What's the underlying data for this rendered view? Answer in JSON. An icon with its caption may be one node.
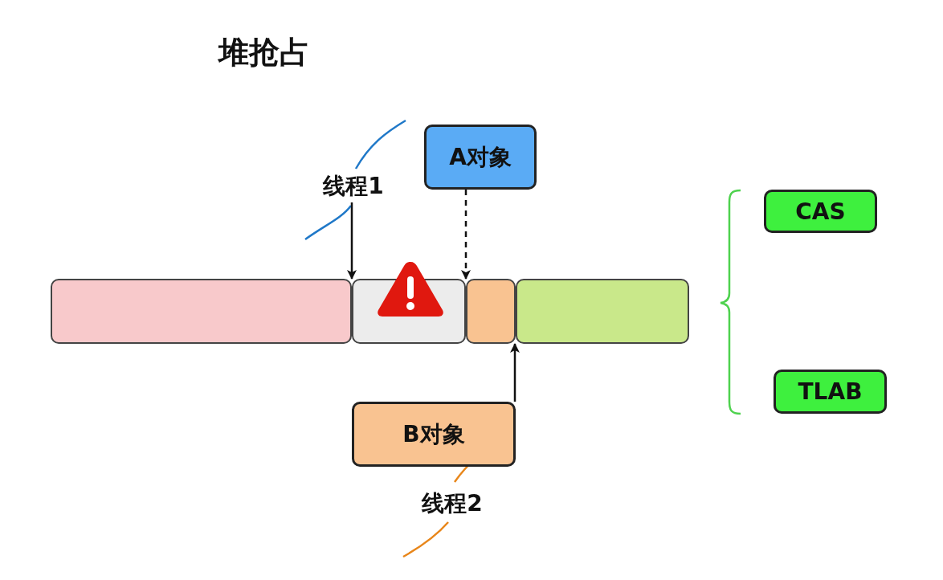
{
  "diagram": {
    "title": "堆抢占",
    "nodes": [
      {
        "text": [
          "A对象"
        ]
      },
      {
        "text": [
          "线程1"
        ]
      },
      {
        "text": [
          "CAS"
        ]
      },
      {
        "text": [],
        "shape": "box"
      },
      {
        "text": [],
        "shape": "box"
      },
      {
        "text": [],
        "shape": "box"
      },
      {
        "text": [],
        "shape": "box"
      },
      {
        "text": [
          "TLAB"
        ]
      },
      {
        "text": [
          "B对象"
        ]
      },
      {
        "text": [
          "线程2"
        ]
      }
    ],
    "edges": [
      {
        "from": 1,
        "to": 4,
        "arrow": "to"
      },
      {
        "from": 0,
        "to": 5,
        "arrow": "to",
        "style": "dashed"
      },
      {
        "from": 8,
        "to": 5,
        "arrow": "to"
      }
    ]
  }
}
